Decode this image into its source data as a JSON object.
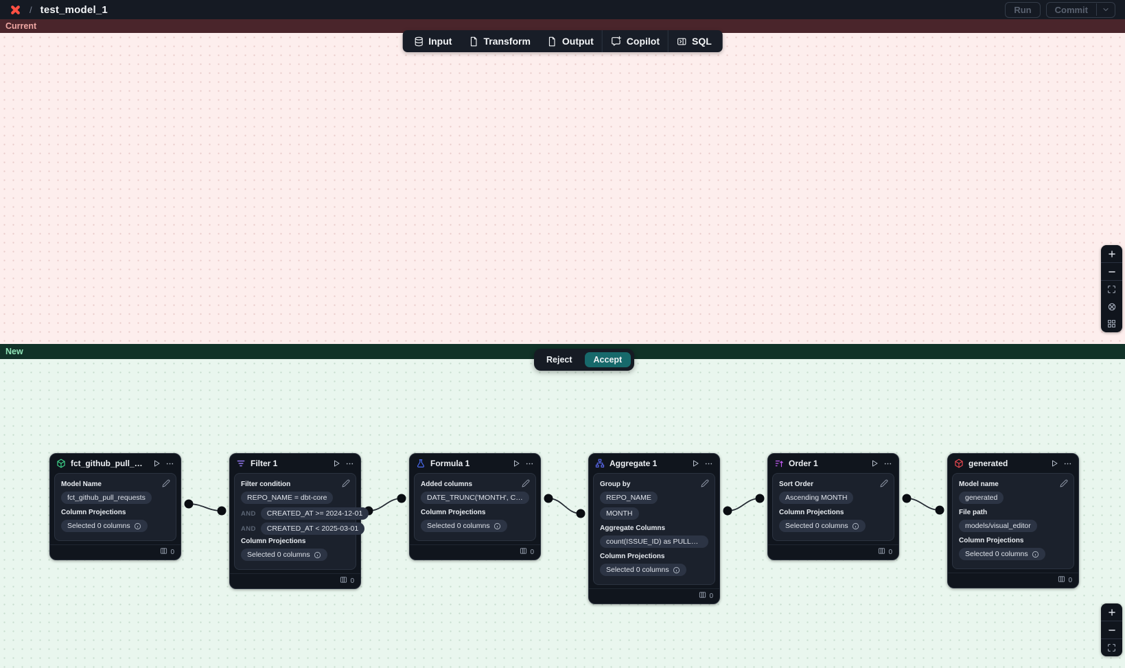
{
  "topbar": {
    "separator": "/",
    "title": "test_model_1",
    "run_label": "Run",
    "commit_label": "Commit"
  },
  "diff": {
    "current_label": "Current",
    "new_label": "New",
    "reject_label": "Reject",
    "accept_label": "Accept"
  },
  "labels": {
    "and": "AND"
  },
  "toolbar": {
    "items": [
      {
        "label": "Input",
        "icon": "database-icon"
      },
      {
        "label": "Transform",
        "icon": "file-icon"
      },
      {
        "label": "Output",
        "icon": "file-icon"
      },
      {
        "label": "Copilot",
        "icon": "chat-plus-icon"
      },
      {
        "label": "SQL",
        "icon": "panel-right-icon"
      }
    ]
  },
  "nodes": [
    {
      "title": "fct_github_pull_requests",
      "icon": "cube-icon",
      "icon_color": "#3ed58b",
      "sections": [
        {
          "label": "Model Name",
          "pills": [
            "fct_github_pull_requests"
          ]
        },
        {
          "label": "Column Projections",
          "pills": [
            "Selected 0 columns"
          ]
        }
      ],
      "footer_count": "0"
    },
    {
      "title": "Filter 1",
      "icon": "filter-icon",
      "icon_color": "#9478f0",
      "sections": [
        {
          "label": "Filter condition",
          "pills": [
            "REPO_NAME = dbt-core"
          ],
          "and_pills": [
            "CREATED_AT >= 2024-12-01",
            "CREATED_AT < 2025-03-01"
          ]
        },
        {
          "label": "Column Projections",
          "pills": [
            "Selected 0 columns"
          ]
        }
      ],
      "footer_count": "0"
    },
    {
      "title": "Formula 1",
      "icon": "flask-icon",
      "icon_color": "#4d6ef5",
      "sections": [
        {
          "label": "Added columns",
          "pills": [
            "DATE_TRUNC('MONTH', CREATED_AT…"
          ]
        },
        {
          "label": "Column Projections",
          "pills": [
            "Selected 0 columns"
          ]
        }
      ],
      "footer_count": "0"
    },
    {
      "title": "Aggregate 1",
      "icon": "sitemap-icon",
      "icon_color": "#5b6af0",
      "sections": [
        {
          "label": "Group by",
          "pills": [
            "REPO_NAME",
            "MONTH"
          ]
        },
        {
          "label": "Aggregate Columns",
          "pills": [
            "count(ISSUE_ID) as PULL_REQUEST_…"
          ]
        },
        {
          "label": "Column Projections",
          "pills": [
            "Selected 0 columns"
          ]
        }
      ],
      "footer_count": "0"
    },
    {
      "title": "Order 1",
      "icon": "sort-ascending-icon",
      "icon_color": "#c45bf5",
      "sections": [
        {
          "label": "Sort Order",
          "pills": [
            "Ascending MONTH"
          ]
        },
        {
          "label": "Column Projections",
          "pills": [
            "Selected 0 columns"
          ]
        }
      ],
      "footer_count": "0"
    },
    {
      "title": "generated",
      "icon": "cube-icon",
      "icon_color": "#e8484f",
      "sections": [
        {
          "label": "Model name",
          "pills": [
            "generated"
          ]
        },
        {
          "label": "File path",
          "pills": [
            "models/visual_editor"
          ]
        },
        {
          "label": "Column Projections",
          "pills": [
            "Selected 0 columns"
          ]
        }
      ],
      "footer_count": "0"
    }
  ],
  "controls": {
    "top_icons": [
      "zoom-in-icon",
      "zoom-out-icon",
      "fit-view-icon",
      "lock-viewport-icon",
      "auto-layout-icon"
    ],
    "bottom_icons": [
      "zoom-in-icon",
      "zoom-out-icon",
      "fit-view-icon"
    ]
  },
  "colors": {
    "logo_red": "#ff5043",
    "accent_teal": "#17696b",
    "current_bar_bg": "#4a252b",
    "current_text": "#efa7a3",
    "new_bar_bg": "#113228",
    "new_text": "#8fe3b6",
    "canvas_current_bg": "#fdeeed",
    "canvas_new_bg": "#e9f6ee"
  }
}
